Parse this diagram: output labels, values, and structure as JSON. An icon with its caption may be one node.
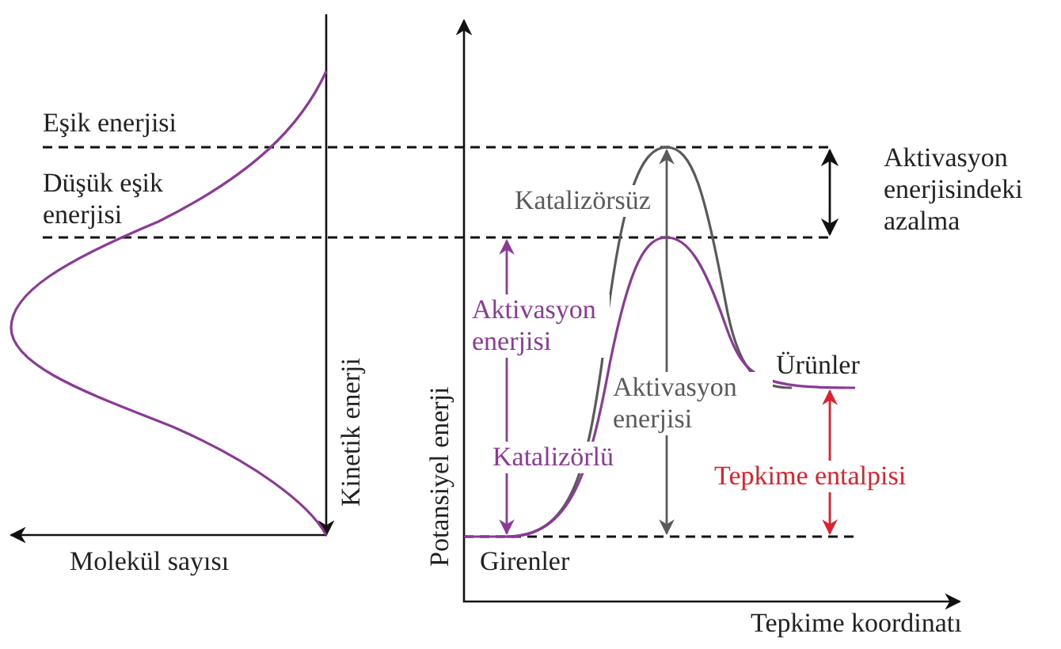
{
  "diagram": {
    "labels": [
      "Eşik enerjisi",
      "Düşük eşik enerjisi",
      "Aktivasyon enerjisindeki azalma",
      "Katalizörsüz",
      "Aktivasyon enerjisi",
      "Kinetik enerji",
      "Ürünler",
      "Aktivasyon enerjisi",
      "Potansiyel enerji",
      "Katalizörlü",
      "Tepkime entalpisi",
      "Girenler",
      "Molekül sayısı",
      "Tepkime koordinatı"
    ]
  }
}
